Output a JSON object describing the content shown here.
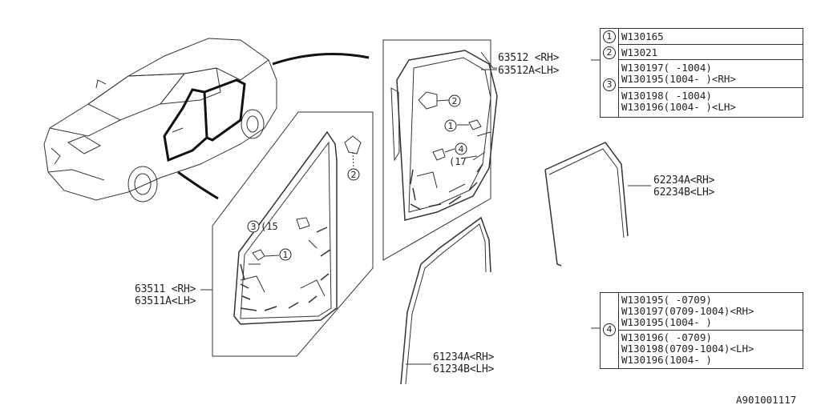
{
  "parts": {
    "p63512": {
      "line1": "63512 <RH>",
      "line2_hl": "63512",
      "line2_rest": "A<LH>"
    },
    "p62234": {
      "line1": "62234A<RH>",
      "line2": "62234B<LH>"
    },
    "p63511": {
      "line1": "63511 <RH>",
      "line2": "63511A<LH>"
    },
    "p61234": {
      "line1": "61234A<RH>",
      "line2": "61234B<LH>"
    }
  },
  "callouts": {
    "c1": "1",
    "c2": "2",
    "c3": "3",
    "c4": "4",
    "c15": "(15",
    "c17": "(17"
  },
  "table_top": {
    "rows": [
      {
        "num": "1",
        "lines": [
          "W130165"
        ]
      },
      {
        "num": "2",
        "lines": [
          "W13021"
        ]
      },
      {
        "num": "3",
        "lines": [
          "W130197(  -1004)",
          "W130195(1004-  )<RH>",
          "W130198(  -1004)",
          "W130196(1004-  )<LH>"
        ]
      }
    ]
  },
  "table_bottom": {
    "num": "4",
    "lines": [
      "W130195(      -0709)",
      "W130197(0709-1004)<RH>",
      "W130195(1004-     )",
      "W130196(      -0709)",
      "W130198(0709-1004)<LH>",
      "W130196(1004-     )"
    ]
  },
  "reference": "A901001117"
}
